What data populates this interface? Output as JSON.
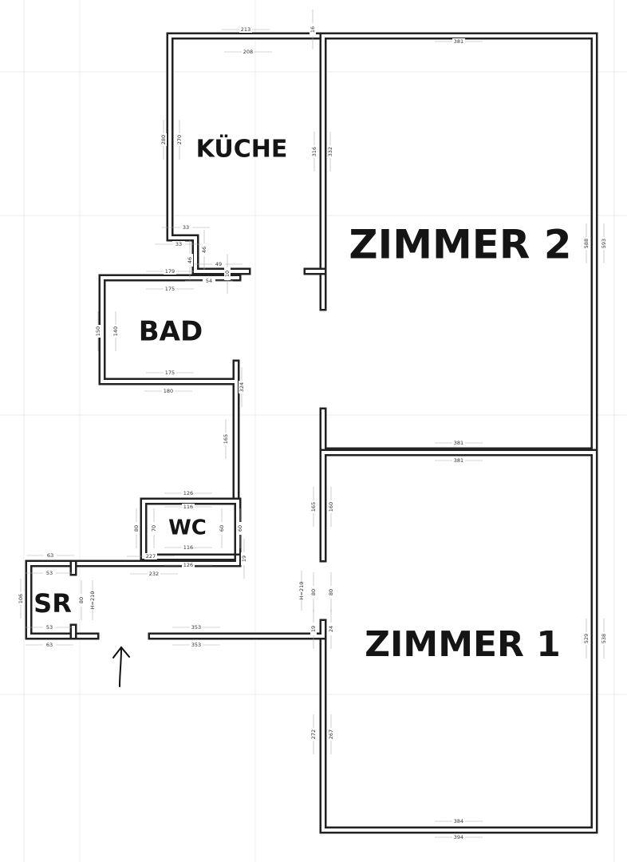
{
  "rooms": {
    "kueche": "KÜCHE",
    "zimmer2": "ZIMMER 2",
    "bad": "BAD",
    "wc": "WC",
    "sr": "SR",
    "zimmer1": "ZIMMER 1"
  },
  "entrance_icon": "arrow-up-icon",
  "dimensions": [
    "213",
    "16",
    "208",
    "280",
    "270",
    "316",
    "332",
    "381",
    "588",
    "593",
    "33",
    "33",
    "46",
    "46",
    "49",
    "179",
    "54",
    "10",
    "175",
    "150",
    "140",
    "175",
    "180",
    "324",
    "165",
    "381",
    "381",
    "126",
    "116",
    "80",
    "70",
    "60",
    "60",
    "116",
    "227",
    "126",
    "19",
    "63",
    "53",
    "232",
    "106",
    "80",
    "H=210",
    "53",
    "63",
    "353",
    "353",
    "165",
    "160",
    "H=210",
    "80",
    "80",
    "19",
    "24",
    "529",
    "538",
    "272",
    "267",
    "384",
    "394"
  ]
}
